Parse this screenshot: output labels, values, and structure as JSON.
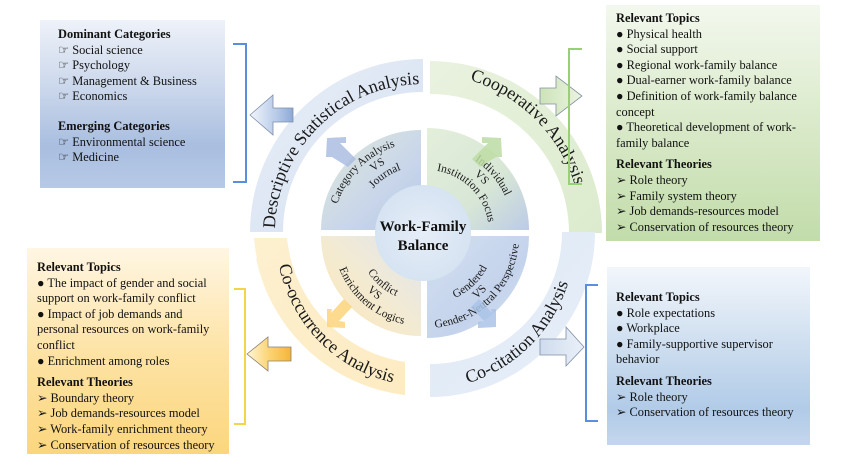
{
  "center": {
    "line1": "Work-Family",
    "line2": "Balance"
  },
  "colors": {
    "blue": "#a9bee0",
    "green": "#c2dcaa",
    "yellow": "#fbd67e",
    "bracket_blue": "#4a86d8",
    "bracket_green": "#8fd06a",
    "bracket_yellow": "#f5d23a"
  },
  "outer_arcs": {
    "descriptive": "Descriptive Statistical Analysis",
    "cooperative": "Cooperative Analysis",
    "cooccurrence": "Co-occurrence Analysis",
    "cocitation": "Co-citation Analysis"
  },
  "inner_quadrants": {
    "top_left": {
      "line1": "Journal",
      "line2": "VS",
      "line3": "Category Analysis"
    },
    "top_right": {
      "line1": "Individual",
      "line2": "VS",
      "line3": "Institution Focus"
    },
    "bottom_left": {
      "line1": "Conflict",
      "line2": "VS",
      "line3": "Enrichment Logics"
    },
    "bottom_right": {
      "line1": "Gendered",
      "line2": "VS",
      "line3": "Gender-Neutral Perspective"
    }
  },
  "boxes": {
    "descriptive": {
      "dominant_heading": "Dominant Categories",
      "dominant_items": [
        "Social science",
        "Psychology",
        "Management & Business",
        "Economics"
      ],
      "emerging_heading": "Emerging Categories",
      "emerging_items": [
        "Environmental science",
        "Medicine"
      ],
      "bullet_icon": "hand-pointer-icon"
    },
    "cooperative": {
      "topics_heading": "Relevant Topics",
      "topics": [
        "Physical health",
        "Social support",
        "Regional work-family balance",
        "Dual-earner work-family balance",
        "Definition of work-family balance concept",
        "Theoretical development of work-family balance"
      ],
      "theories_heading": "Relevant Theories",
      "theories": [
        "Role theory",
        "Family system theory",
        "Job demands-resources model",
        "Conservation of resources theory"
      ]
    },
    "cooccurrence": {
      "topics_heading": "Relevant Topics",
      "topics": [
        "The impact of gender and social support on work-family conflict",
        "Impact of job demands and personal resources on work-family conflict",
        "Enrichment among roles"
      ],
      "theories_heading": "Relevant Theories",
      "theories": [
        "Boundary theory",
        "Job demands-resources model",
        "Work-family enrichment theory",
        "Conservation of resources theory"
      ]
    },
    "cocitation": {
      "topics_heading": "Relevant Topics",
      "topics": [
        "Role expectations",
        "Workplace",
        "Family-supportive supervisor behavior"
      ],
      "theories_heading": "Relevant Theories",
      "theories": [
        "Role theory",
        "Conservation of resources theory"
      ]
    }
  },
  "glyphs": {
    "bullet": "●",
    "arrow_bullet": "➢",
    "hand": "☞"
  }
}
